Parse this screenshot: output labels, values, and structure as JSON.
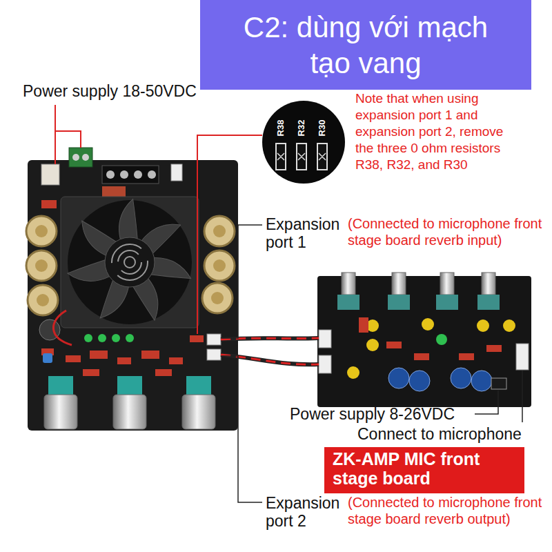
{
  "diagram": {
    "title": "C2: dùng với mạch tạo vang",
    "nodes": [
      {
        "text": [
          "ZK-AMP MIC front stage board"
        ]
      }
    ],
    "labels": [
      "Power supply 18-50VDC",
      "R38",
      "R32",
      "R30",
      "Note that when using expansion port 1 and expansion port 2, remove the three 0 ohm resistors R38, R32, and R30",
      "Expansion port 1",
      "(Connected to microphone front stage board reverb input)",
      "Power supply 8-26VDC",
      "Connect to microphone",
      "Expansion port 2",
      "(Connected to microphone front stage board reverb output)"
    ]
  }
}
